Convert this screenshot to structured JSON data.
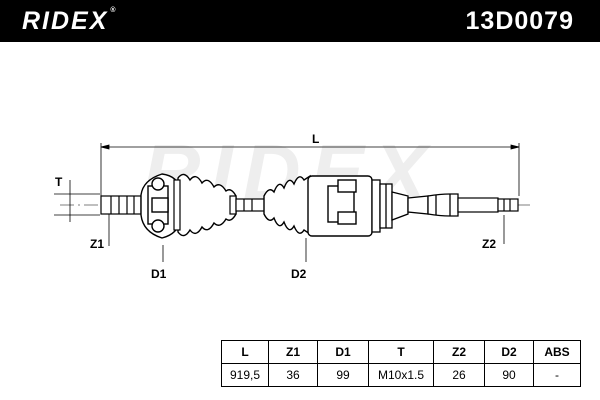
{
  "header": {
    "brand": "RIDEX",
    "trademark": "®",
    "part_number": "13D0079"
  },
  "drawing": {
    "watermark": "RIDEX",
    "labels": {
      "length": "L",
      "thread": "T",
      "z1": "Z1",
      "d1": "D1",
      "d2": "D2",
      "z2": "Z2"
    }
  },
  "spec_table": {
    "columns": [
      "L",
      "Z1",
      "D1",
      "T",
      "Z2",
      "D2",
      "ABS"
    ],
    "values": [
      "919,5",
      "36",
      "99",
      "M10x1.5",
      "26",
      "90",
      "-"
    ]
  }
}
